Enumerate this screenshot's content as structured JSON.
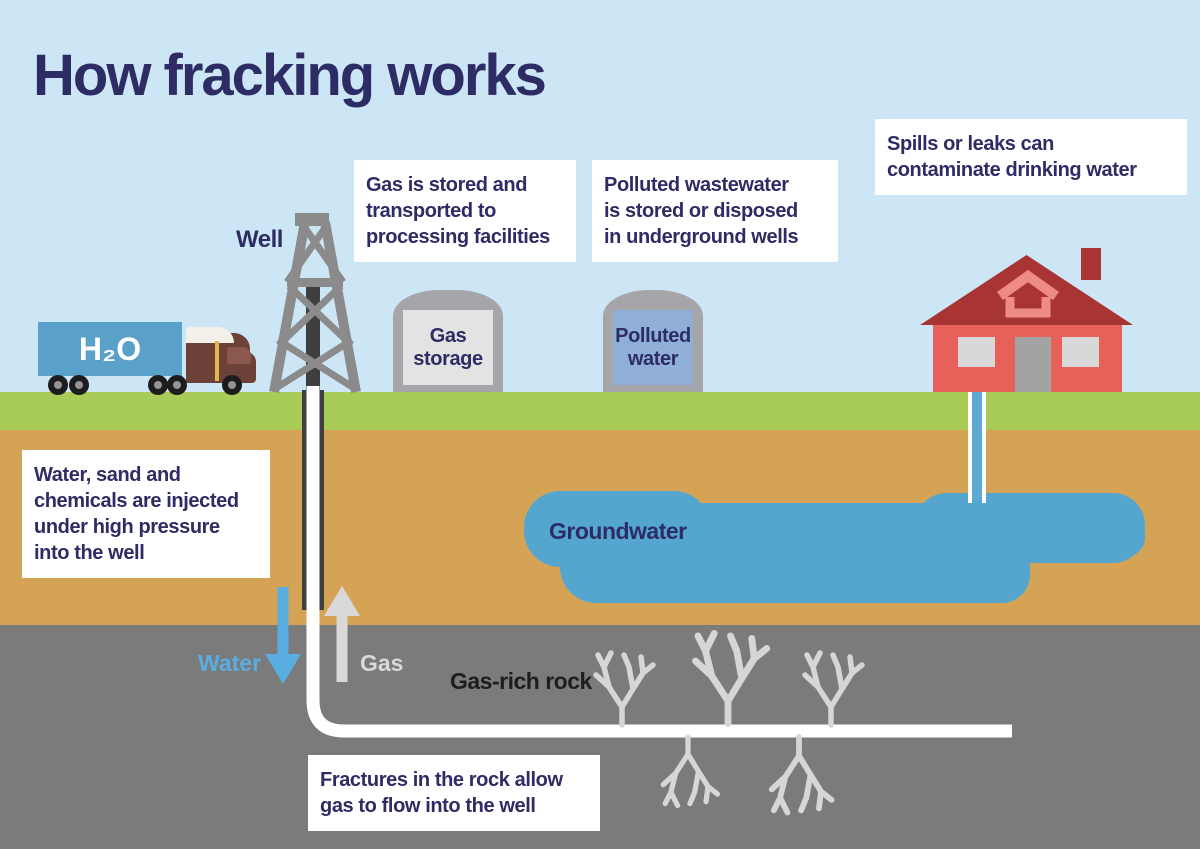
{
  "title": "How fracking works",
  "callouts": {
    "gas_stored": "Gas is stored and\ntransported to\nprocessing facilities",
    "polluted": "Polluted wastewater\nis stored or disposed\nin underground wells",
    "spills": "Spills or leaks can\ncontaminate drinking water",
    "injection": "Water, sand and\nchemicals are injected\nunder high pressure\ninto the well",
    "fractures": "Fractures in the rock allow\ngas to flow into the well"
  },
  "labels": {
    "well": "Well",
    "truck_cargo": "H₂O",
    "gas_tank": "Gas\nstorage",
    "polluted_tank": "Polluted\nwater",
    "groundwater": "Groundwater",
    "water_arrow": "Water",
    "gas_arrow": "Gas",
    "gas_rich_rock": "Gas-rich rock"
  },
  "colors": {
    "sky": "#cde6f6",
    "grass": "#a9cb57",
    "soil": "#d5a355",
    "rock": "#7b7b7b",
    "navy_text": "#2d2c64",
    "water_blue": "#55a6cf",
    "arrow_water_blue": "#5aade0",
    "arrow_gas_gray": "#d9d9d9",
    "house_body_red": "#e7605a",
    "house_roof_red": "#a93434",
    "truck_cab_brown": "#6b4138",
    "derrick_gray": "#8b8b8b",
    "callout_bg": "#ffffff"
  }
}
